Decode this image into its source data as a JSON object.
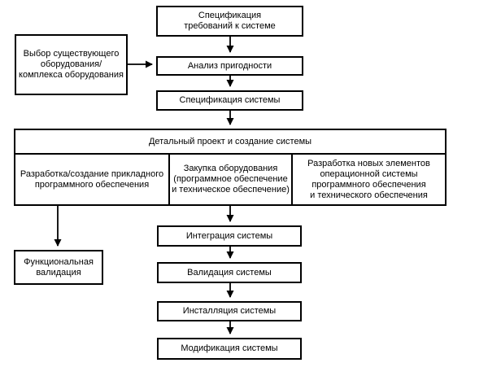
{
  "diagram_type": "flowchart",
  "language": "ru",
  "colors": {
    "background": "#ffffff",
    "line": "#000000",
    "text": "#000000",
    "box_fill": "#ffffff"
  },
  "nodes": {
    "spec_requirements": {
      "label": "Спецификация\nтребований к системе"
    },
    "existing_equipment": {
      "label": "Выбор существующего\nоборудования/\nкомплекса оборудования"
    },
    "suitability_analysis": {
      "label": "Анализ пригодности"
    },
    "system_specification": {
      "label": "Спецификация системы"
    },
    "detailed_design": {
      "label": "Детальный проект и создание системы"
    },
    "app_software_dev": {
      "label": "Разработка/создание прикладного\nпрограммного обеспечения"
    },
    "equipment_procurement": {
      "label": "Закупка оборудования\n(программное обеспечение\nи техническое обеспечение)"
    },
    "os_elements_dev": {
      "label": "Разработка новых элементов\nоперационной системы\nпрограммного обеспечения\nи технического обеспечения"
    },
    "functional_validation": {
      "label": "Функциональная\nвалидация"
    },
    "system_integration": {
      "label": "Интеграция системы"
    },
    "system_validation": {
      "label": "Валидация системы"
    },
    "system_installation": {
      "label": "Инсталляция системы"
    },
    "system_modification": {
      "label": "Модификация системы"
    }
  },
  "edges": [
    {
      "from": "spec_requirements",
      "to": "suitability_analysis"
    },
    {
      "from": "existing_equipment",
      "to": "suitability_analysis"
    },
    {
      "from": "suitability_analysis",
      "to": "system_specification"
    },
    {
      "from": "system_specification",
      "to": "detailed_design"
    },
    {
      "from": "app_software_dev",
      "to": "functional_validation"
    },
    {
      "from": "detailed_design",
      "to": "system_integration"
    },
    {
      "from": "system_integration",
      "to": "system_validation"
    },
    {
      "from": "system_validation",
      "to": "system_installation"
    },
    {
      "from": "system_installation",
      "to": "system_modification"
    }
  ]
}
